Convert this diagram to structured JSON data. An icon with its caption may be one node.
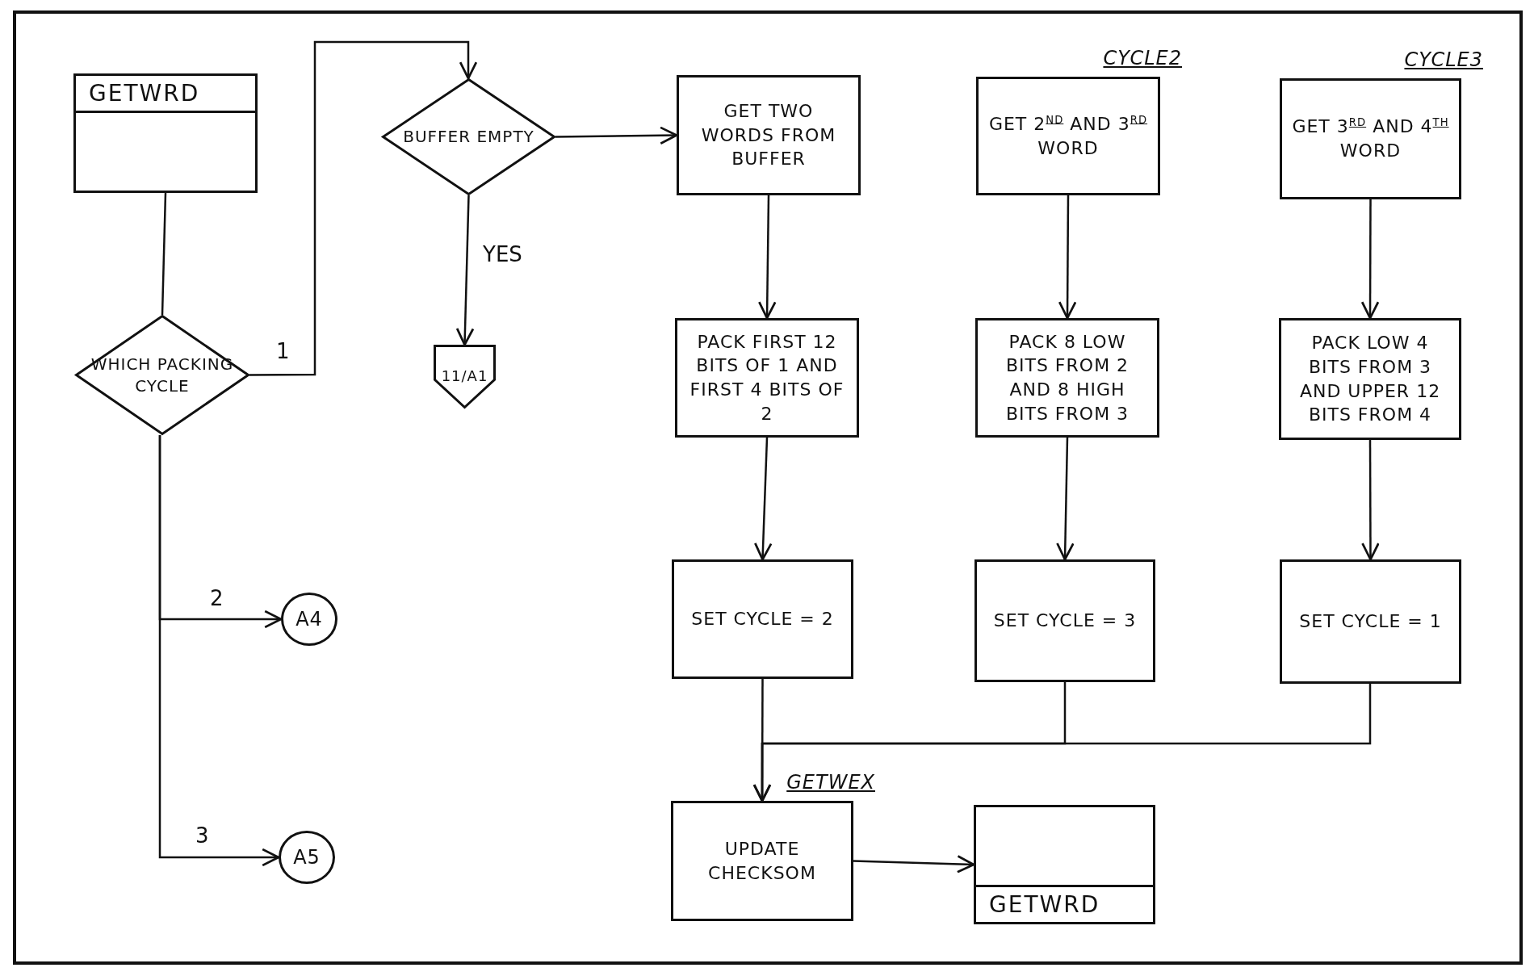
{
  "diagram": {
    "nodes": [
      {
        "text": [
          "GETWRD"
        ]
      },
      {
        "text": [
          "WHICH PACKING CYCLE"
        ]
      },
      {
        "text": [
          "BUFFER EMPTY"
        ]
      },
      {
        "text": [
          "11/A1"
        ]
      },
      {
        "text": [
          "A4"
        ]
      },
      {
        "text": [
          "A5"
        ]
      },
      {
        "text": [
          "GET TWO WORDS FROM BUFFER"
        ]
      },
      {
        "text": [
          "GET 2$^{ND}$ AND 3$^{RD}$ WORD"
        ],
        "beside": [
          "CYCLE2"
        ]
      },
      {
        "text": [
          "GET 3$^{RD}$ AND 4$^{TH}$ WORD"
        ],
        "beside": [
          "CYCLE3"
        ]
      },
      {
        "text": [
          "PACK FIRST 12 BITS OF 1 AND FIRST 4 BITS OF 2"
        ]
      },
      {
        "text": [
          "PACK 8 LOW BITS FROM 2 AND 8 HIGH BITS FROM 3"
        ]
      },
      {
        "text": [
          "PACK LOW 4 BITS FROM 3 AND UPPER 12 BITS FROM 4"
        ]
      },
      {
        "text": [
          "SET CYCLE = 2"
        ]
      },
      {
        "text": [
          "SET CYCLE = 3"
        ]
      },
      {
        "text": [
          "SET CYCLE = 1"
        ]
      },
      {
        "text": [
          "UPDATE CHECKSOM"
        ],
        "beside": [
          "GETWEX"
        ]
      },
      {
        "text": [
          "GETWRD"
        ]
      }
    ],
    "edges": [
      {
        "from": 0,
        "to": 1,
        "arrow": "none"
      },
      {
        "from": 1,
        "to": 2,
        "arrow": "to",
        "label": "1"
      },
      {
        "from": 1,
        "to": 4,
        "arrow": "to",
        "label": "2"
      },
      {
        "from": 1,
        "to": 5,
        "arrow": "to",
        "label": "3"
      },
      {
        "from": 2,
        "to": 6,
        "arrow": "to"
      },
      {
        "from": 2,
        "to": 3,
        "arrow": "to",
        "label": "YES"
      },
      {
        "from": 6,
        "to": 9,
        "arrow": "to"
      },
      {
        "from": 7,
        "to": 10,
        "arrow": "to"
      },
      {
        "from": 8,
        "to": 11,
        "arrow": "to"
      },
      {
        "from": 9,
        "to": 12,
        "arrow": "to"
      },
      {
        "from": 10,
        "to": 13,
        "arrow": "to"
      },
      {
        "from": 11,
        "to": 14,
        "arrow": "to"
      },
      {
        "from": 12,
        "to": 15,
        "arrow": "none"
      },
      {
        "from": 13,
        "to": 15,
        "arrow": "to"
      },
      {
        "from": 14,
        "to": 15,
        "arrow": "to"
      },
      {
        "from": 15,
        "to": 16,
        "arrow": "to"
      }
    ]
  }
}
